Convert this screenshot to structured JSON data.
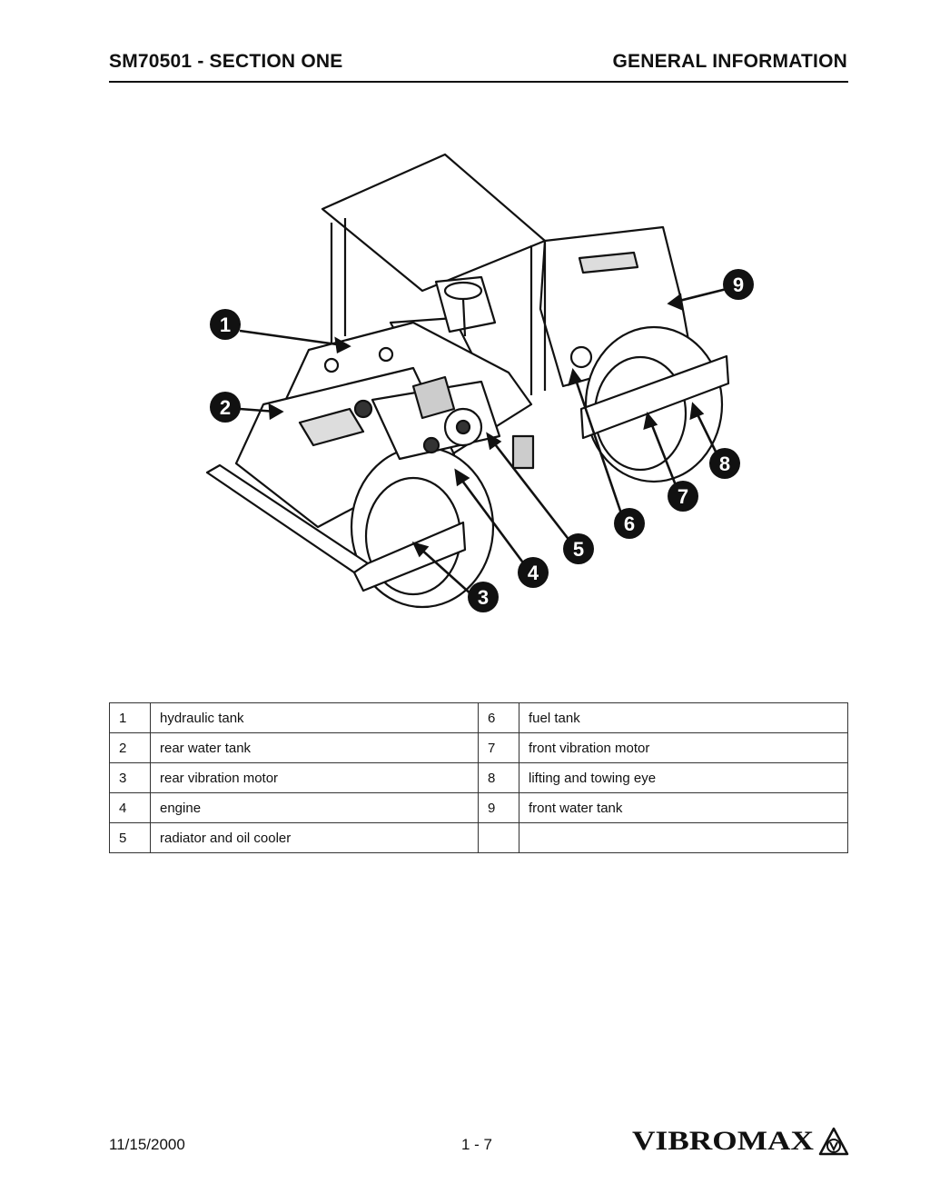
{
  "header": {
    "left": "SM70501 - SECTION ONE",
    "right": "GENERAL INFORMATION"
  },
  "figure": {
    "callouts": [
      "1",
      "2",
      "3",
      "4",
      "5",
      "6",
      "7",
      "8",
      "9"
    ]
  },
  "parts_table": {
    "rows": [
      {
        "num_a": "1",
        "desc_a": "hydraulic tank",
        "num_b": "6",
        "desc_b": "fuel tank"
      },
      {
        "num_a": "2",
        "desc_a": "rear water tank",
        "num_b": "7",
        "desc_b": "front vibration motor"
      },
      {
        "num_a": "3",
        "desc_a": "rear vibration motor",
        "num_b": "8",
        "desc_b": "lifting and towing eye"
      },
      {
        "num_a": "4",
        "desc_a": "engine",
        "num_b": "9",
        "desc_b": "front water tank"
      },
      {
        "num_a": "5",
        "desc_a": "radiator and oil cooler",
        "num_b": "",
        "desc_b": ""
      }
    ]
  },
  "footer": {
    "date": "11/15/2000",
    "page": "1 - 7",
    "logo_text": "VIBROMAX"
  }
}
